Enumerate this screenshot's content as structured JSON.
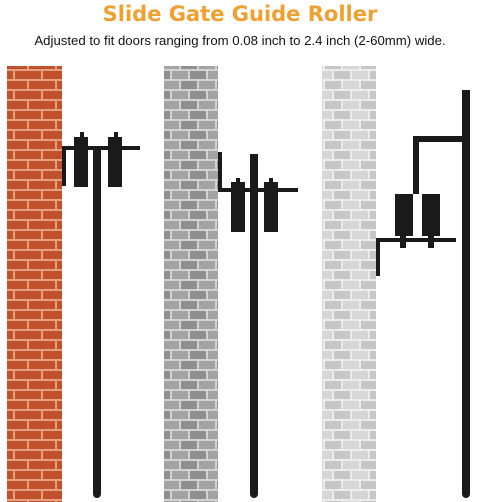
{
  "title": "Slide Gate Guide Roller",
  "subtitle": "Adjusted to fit doors ranging from 0.08 inch to 2.4 inch (2-60mm) wide.",
  "colors": {
    "title": "#f0a030",
    "brick_red": "#c0512c",
    "brick_red_mortar": "#e4a07f",
    "brick_dark_gray": "#8f8f8f",
    "brick_dark_gray_alt": "#a3a3a3",
    "brick_gray_mortar": "#d2d2d2",
    "brick_light_gray": "#c6c6c6",
    "brick_light_gray_alt": "#d6d6d6",
    "brick_light_mortar": "#ececec",
    "hardware": "#1a1a1a"
  },
  "illustrations": [
    {
      "wall": "red-brick",
      "mount": "top"
    },
    {
      "wall": "dark-gray-brick",
      "mount": "top"
    },
    {
      "wall": "light-gray-brick",
      "mount": "side"
    }
  ]
}
